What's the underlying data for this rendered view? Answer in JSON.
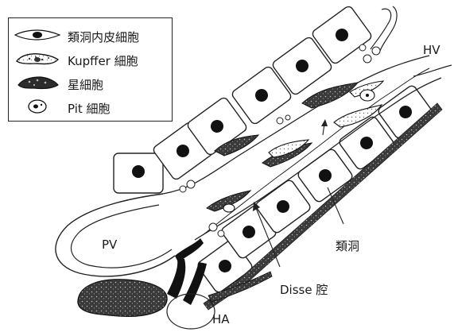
{
  "legend": {
    "items": [
      {
        "icon": "sinusoidal-endothelial-cell-icon",
        "label": "類洞内皮細胞"
      },
      {
        "icon": "kupffer-cell-icon",
        "label": "Kupffer 細胞"
      },
      {
        "icon": "stellate-cell-icon",
        "label": "星細胞"
      },
      {
        "icon": "pit-cell-icon",
        "label": "Pit 細胞"
      }
    ]
  },
  "labels": {
    "hv": "HV",
    "pv": "PV",
    "ha": "HA",
    "sinusoid": "類洞",
    "space_of_disse": "Disse 腔"
  }
}
